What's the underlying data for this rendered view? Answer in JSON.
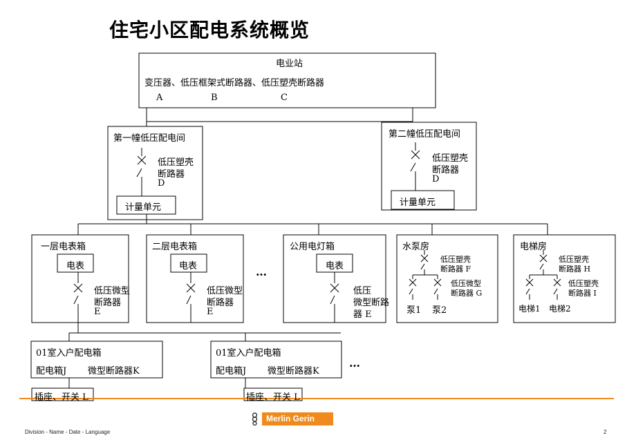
{
  "title": "住宅小区配电系统概览",
  "substation": {
    "name": "电业站",
    "equipment": "变压器、低压框架式断路器、低压塑壳断路器",
    "labels": [
      "A",
      "B",
      "C"
    ]
  },
  "building1": {
    "name": "第一幢低压配电间",
    "breaker_line1": "低压塑壳",
    "breaker_line2": "断路器",
    "breaker_id": "D",
    "meter": "计量单元"
  },
  "building2": {
    "name": "第二幢低压配电间",
    "breaker_line1": "低压塑壳",
    "breaker_line2": "断路器",
    "breaker_id": "D",
    "meter": "计量单元"
  },
  "boxes": {
    "floor1": {
      "name": "一层电表箱",
      "meter": "电表",
      "line1": "低压微型",
      "line2": "断路器",
      "line3": "E"
    },
    "floor2": {
      "name": "二层电表箱",
      "meter": "电表",
      "line1": "低压微型",
      "line2": "断路器",
      "line3": "E"
    },
    "ellipsis": "…",
    "public": {
      "name": "公用电灯箱",
      "meter": "电表",
      "line1": "低压",
      "line2": "微型断路",
      "line3": "器 E"
    },
    "pump": {
      "name": "水泵房",
      "main_line1": "低压塑壳",
      "main_line2": "断路器 F",
      "sub_line1": "低压微型",
      "sub_line2": "断路器 G",
      "load1": "泵1",
      "load2": "泵2"
    },
    "elevator": {
      "name": "电梯房",
      "main_line1": "低压塑壳",
      "main_line2": "断路器 H",
      "sub_line1": "低压塑壳",
      "sub_line2": "断路器 I",
      "load1": "电梯1",
      "load2": "电梯2"
    }
  },
  "rooms": [
    {
      "name": "01室入户配电箱",
      "box": "配电箱J",
      "breaker": "微型断路器K",
      "socket": "插座、开关 L"
    },
    {
      "name": "01室入户配电箱",
      "box": "配电箱J",
      "breaker": "微型断路器K",
      "socket": "插座、开关 L"
    }
  ],
  "room_ellipsis": "…",
  "footer": {
    "left": "Division - Name - Date - Language",
    "brand": "Merlin Gerin",
    "page": "2"
  },
  "colors": {
    "accent_line": "#f08a1c",
    "brand": "#f08a1c"
  }
}
